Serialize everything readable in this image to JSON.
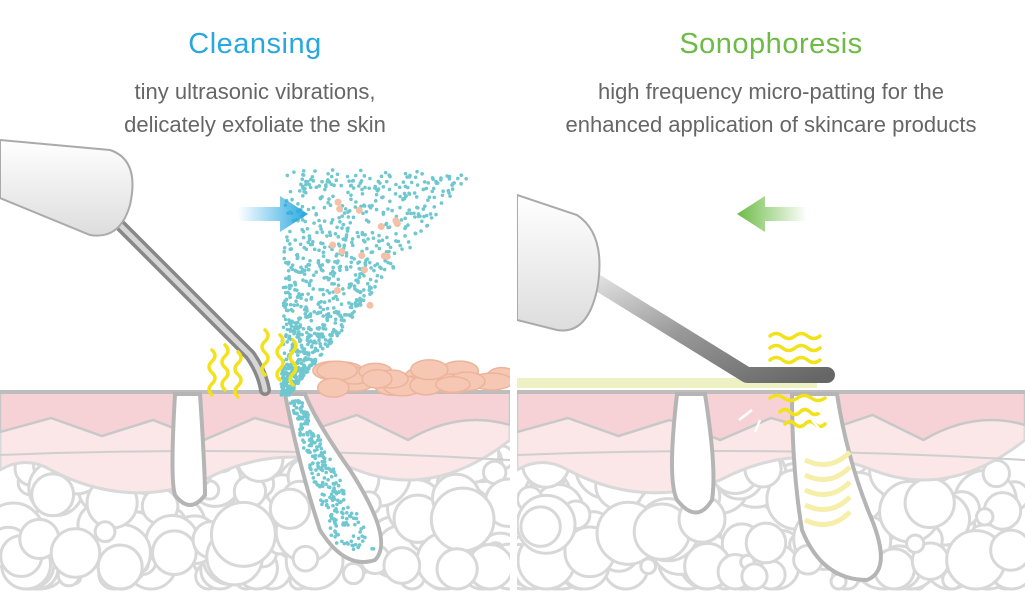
{
  "colors": {
    "cleansing": "#29a8e0",
    "sonophoresis": "#6cbb45",
    "skin": "#f6d9dc",
    "wave": "#f2e21c"
  },
  "panels": [
    {
      "title": "Cleansing",
      "subtitle_lines": [
        "tiny ultrasonic vibrations,",
        "delicately exfoliate the skin"
      ],
      "arrow_direction": "right"
    },
    {
      "title": "Sonophoresis",
      "subtitle_lines": [
        "high frequency micro-patting for the",
        "enhanced application of skincare products"
      ],
      "arrow_direction": "left"
    }
  ]
}
